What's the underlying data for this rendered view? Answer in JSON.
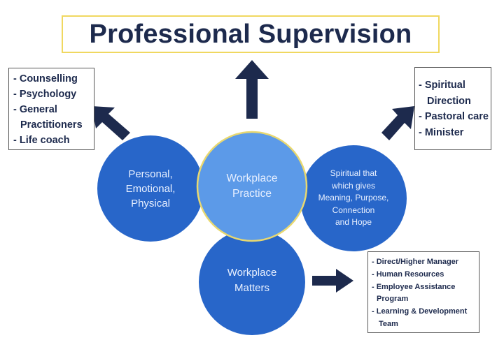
{
  "title": "Professional Supervision",
  "circles": {
    "personal": [
      "Personal,",
      "Emotional,",
      "Physical"
    ],
    "practice": [
      "Workplace",
      "Practice"
    ],
    "spiritual": [
      "Spiritual that",
      "which gives",
      "Meaning, Purpose,",
      "Connection",
      "and Hope"
    ],
    "matters": [
      "Workplace",
      "Matters"
    ]
  },
  "boxes": {
    "personal": [
      "- Counselling",
      "- Psychology",
      "- General",
      "  Practitioners",
      "- Life coach"
    ],
    "spiritual": [
      "- Spiritual",
      "  Direction",
      "- Pastoral care",
      "- Minister"
    ],
    "matters": [
      "- Direct/Higher Manager",
      "- Human Resources",
      "- Employee Assistance",
      "  Program",
      "- Learning & Development",
      "  Team"
    ]
  },
  "colors": {
    "circle_dark": "#2866c9",
    "circle_light": "#5c9ae8",
    "arrow": "#1d2a4d",
    "title_border": "#f0d860"
  }
}
